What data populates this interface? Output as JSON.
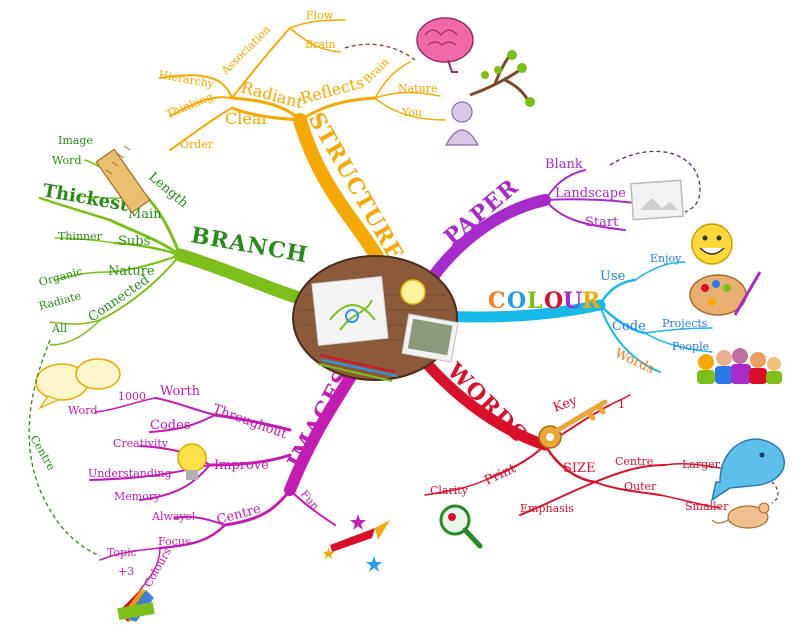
{
  "colors": {
    "structure": "#f5a800",
    "paper": "#a62bc8",
    "colour": "#18b8e8",
    "words": "#d8102a",
    "images": "#c21cb0",
    "branch": "#7cbf1a"
  },
  "structure": {
    "title": "STRUCTURE",
    "clear": "Clear",
    "order": "Order",
    "radiant": "Radiant",
    "thinking": "Thinking",
    "hierarchy": "Hierarchy",
    "association": "Association",
    "flow": "Flow",
    "brain1": "Brain",
    "reflects": "Reflects",
    "brain2": "Brain",
    "nature": "Nature",
    "you": "You"
  },
  "paper": {
    "title": "PAPER",
    "blank": "Blank",
    "landscape": "Landscape",
    "start": "Start"
  },
  "colour": {
    "title_letters": [
      "C",
      "O",
      "L",
      "O",
      "U",
      "R"
    ],
    "use": "Use",
    "enjoy": "Enjoy",
    "code": "Code",
    "projects": "Projects",
    "people": "People",
    "words": "Words"
  },
  "words": {
    "title": "WORDS",
    "key": "Key",
    "one": "1",
    "size": "SIZE",
    "centre": "Centre",
    "larger": "Larger",
    "outer": "Outer",
    "smaller": "Smaller",
    "emphasis": "Emphasis",
    "print": "Print",
    "clarity": "Clarity"
  },
  "images": {
    "title": "IMAGES",
    "throughout": "Throughout",
    "worth": "Worth",
    "thousand": "1000",
    "word": "Word",
    "codes": "Codes",
    "improve": "Improve",
    "creativity": "Creativity",
    "understanding": "Understanding",
    "memory": "Memory",
    "centre": "Centre",
    "always": "Always!",
    "focus": "Focus",
    "topic": "Topic",
    "colours": "Colours",
    "plus3": "+3",
    "fun": "Fun"
  },
  "branch": {
    "title": "BRANCH",
    "length": "Length",
    "image": "Image",
    "word": "Word",
    "main": "Main",
    "thickest": "Thickest",
    "subs": "Subs",
    "thinner": "Thinner",
    "nature": "Nature",
    "organic": "Organic",
    "connected": "Connected",
    "radiate": "Radiate",
    "all": "All",
    "centre": "Centre"
  },
  "icons": [
    "brain-icon",
    "tree-icon",
    "person-icon",
    "photo-icon",
    "smiley-icon",
    "palette-icon",
    "people-group-icon",
    "key-icon",
    "whale-icon",
    "mouse-icon",
    "magnifier-icon",
    "lightbulb-icon",
    "speech-bubbles-icon",
    "ruler-icon",
    "rocket-icon",
    "colour-swatch-icon",
    "central-image"
  ]
}
